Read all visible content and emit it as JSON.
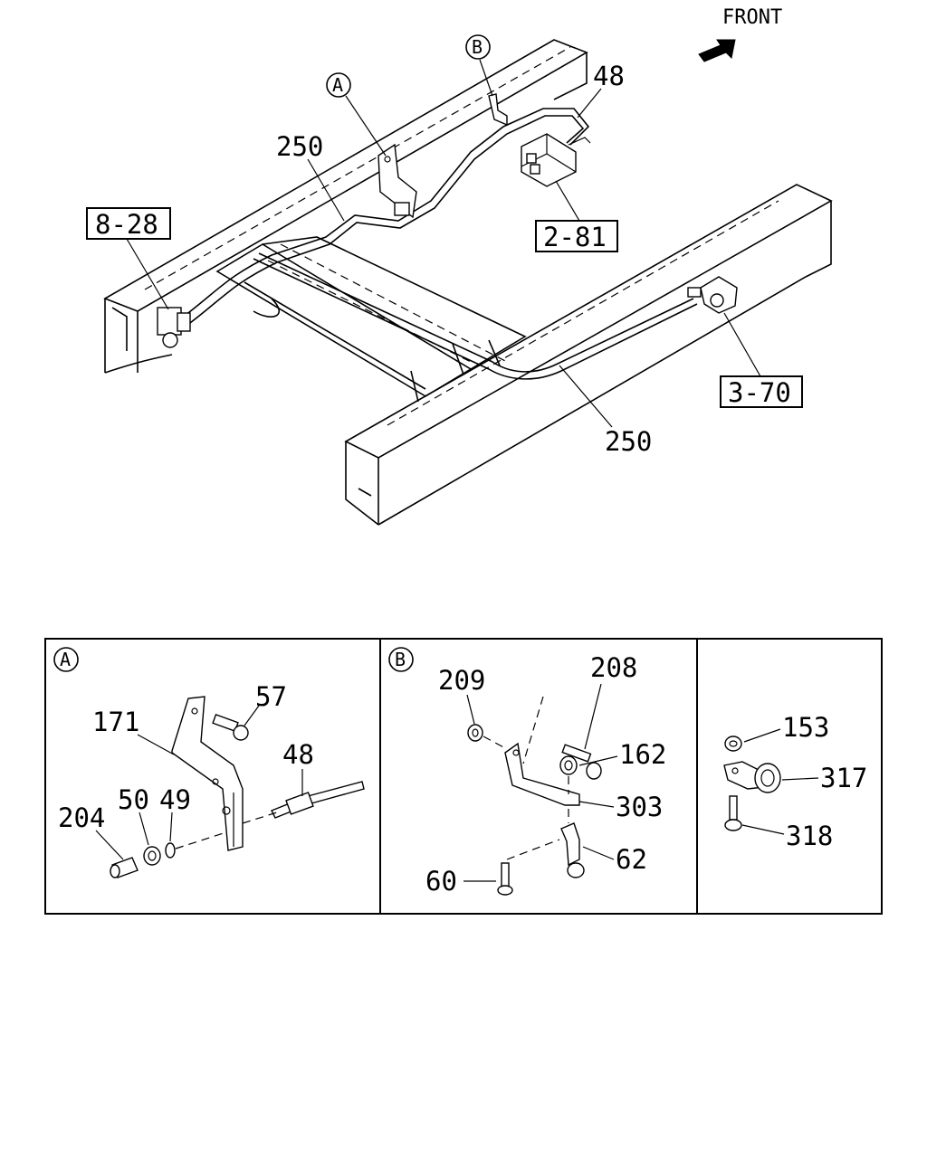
{
  "main_view": {
    "front_label": "FRONT",
    "callouts": {
      "c48": "48",
      "c250_top": "250",
      "c250_bottom": "250"
    },
    "reference_boxes": {
      "r8_28": "8-28",
      "r2_81": "2-81",
      "r3_70": "3-70"
    },
    "detail_markers": {
      "a": "A",
      "b": "B"
    }
  },
  "detail_a": {
    "marker": "A",
    "callouts": {
      "c57": "57",
      "c171": "171",
      "c48": "48",
      "c204": "204",
      "c50": "50",
      "c49": "49"
    }
  },
  "detail_b": {
    "marker": "B",
    "callouts": {
      "c209": "209",
      "c208": "208",
      "c162": "162",
      "c303": "303",
      "c62": "62",
      "c60": "60"
    }
  },
  "detail_c": {
    "callouts": {
      "c153": "153",
      "c317": "317",
      "c318": "318"
    }
  }
}
